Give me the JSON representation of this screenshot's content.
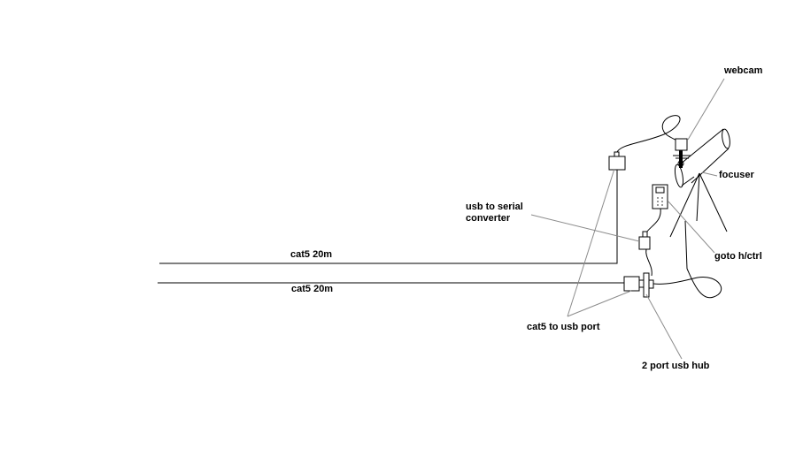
{
  "labels": {
    "webcam": "webcam",
    "focuser": "focuser",
    "usb_serial_line1": "usb to serial",
    "usb_serial_line2": "converter",
    "goto": "goto h/ctrl",
    "cable_top": "cat5 20m",
    "cable_bottom": "cat5 20m",
    "cat5_usb": "cat5 to usb port",
    "hub": "2 port usb hub"
  }
}
